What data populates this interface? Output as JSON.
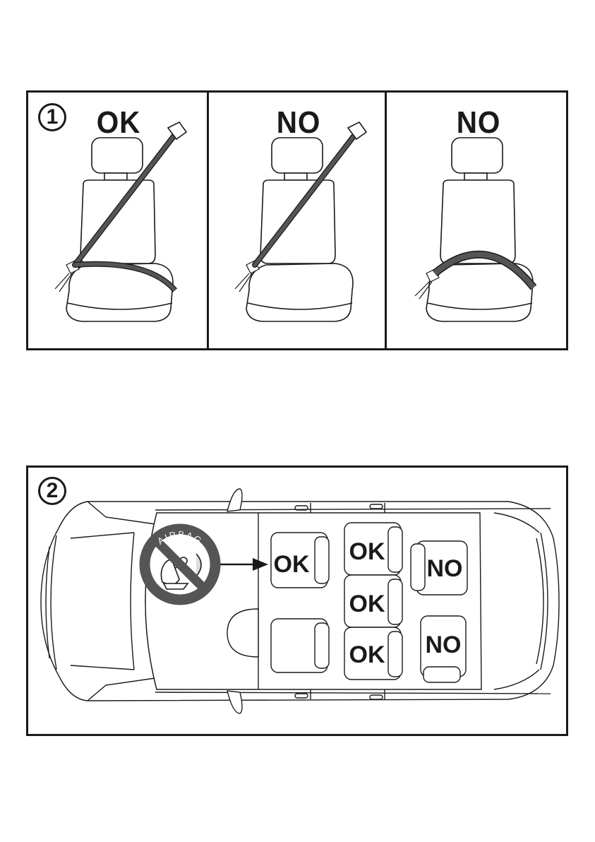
{
  "steps": {
    "one": {
      "number": "1"
    },
    "two": {
      "number": "2"
    }
  },
  "belt_positions": [
    {
      "verdict": "OK"
    },
    {
      "verdict": "NO"
    },
    {
      "verdict": "NO"
    }
  ],
  "car_layout": {
    "airbag_warning": "AIRBAG",
    "seats": [
      {
        "label": "OK"
      },
      {
        "label": ""
      },
      {
        "label": "OK"
      },
      {
        "label": "OK"
      },
      {
        "label": "OK"
      },
      {
        "label": "NO"
      },
      {
        "label": "NO"
      }
    ]
  },
  "colors": {
    "line": "#1a1a1a",
    "belt": "#555555"
  }
}
